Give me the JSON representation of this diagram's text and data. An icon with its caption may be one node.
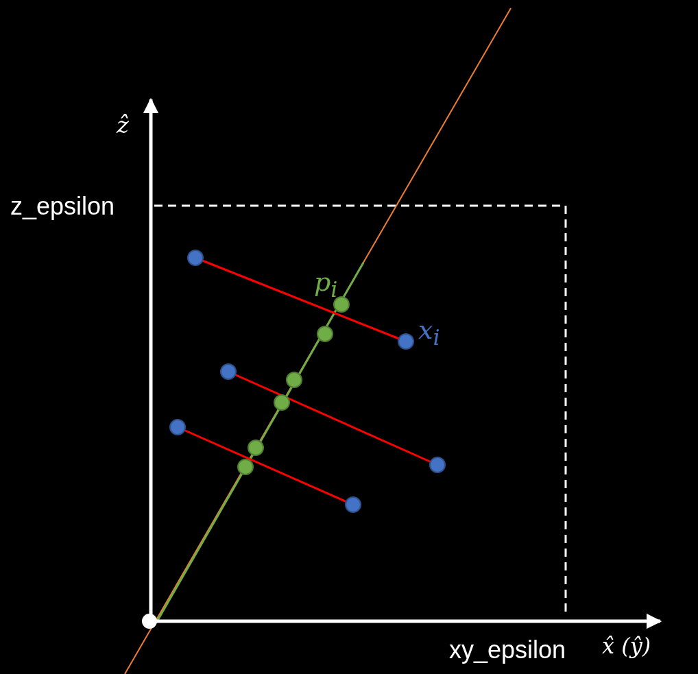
{
  "diagram": {
    "labels": [
      "ẑ",
      "z_epsilon",
      "p$_{i}$",
      "x$_{i}$",
      "xy_epsilon",
      "x̂ (ŷ)"
    ]
  }
}
